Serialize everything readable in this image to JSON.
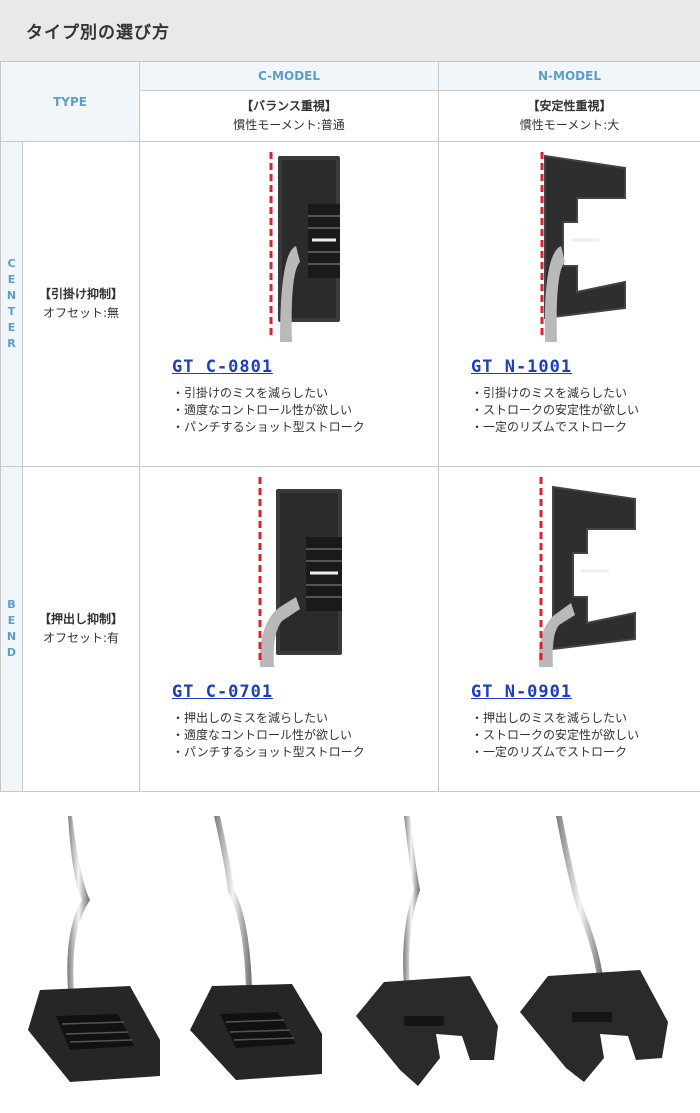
{
  "page": {
    "title": "タイプ別の選び方"
  },
  "table": {
    "type_header": "TYPE",
    "columns": [
      {
        "name": "C-MODEL",
        "concept": "【バランス重視】",
        "moment": "慣性モーメント:普通"
      },
      {
        "name": "N-MODEL",
        "concept": "【安定性重視】",
        "moment": "慣性モーメント:大"
      }
    ],
    "rows": [
      {
        "type_letters": [
          "C",
          "E",
          "N",
          "T",
          "E",
          "R"
        ],
        "label_title": "【引掛け抑制】",
        "label_offset": "オフセット:無",
        "products": [
          {
            "name": "GT C-0801",
            "features": [
              "引掛けのミスを減らしたい",
              "適度なコントロール性が欲しい",
              "パンチするショット型ストローク"
            ]
          },
          {
            "name": "GT N-1001",
            "features": [
              "引掛けのミスを減らしたい",
              "ストロークの安定性が欲しい",
              "一定のリズムでストローク"
            ]
          }
        ]
      },
      {
        "type_letters": [
          "B",
          "E",
          "N",
          "D"
        ],
        "label_title": "【押出し抑制】",
        "label_offset": "オフセット:有",
        "products": [
          {
            "name": "GT C-0701",
            "features": [
              "押出しのミスを減らしたい",
              "適度なコントロール性が欲しい",
              "パンチするショット型ストローク"
            ]
          },
          {
            "name": "GT N-0901",
            "features": [
              "押出しのミスを減らしたい",
              "ストロークの安定性が欲しい",
              "一定のリズムでストローク"
            ]
          }
        ]
      }
    ]
  },
  "colors": {
    "accent_blue": "#5d9dcc",
    "link_blue": "#1a3fbf",
    "guide_red": "#e0202a",
    "title_bg": "#e9e9e9"
  },
  "icons": {
    "putter_face_view": "putter-head-front-icon",
    "putter_photo": "putter-photo-icon"
  }
}
